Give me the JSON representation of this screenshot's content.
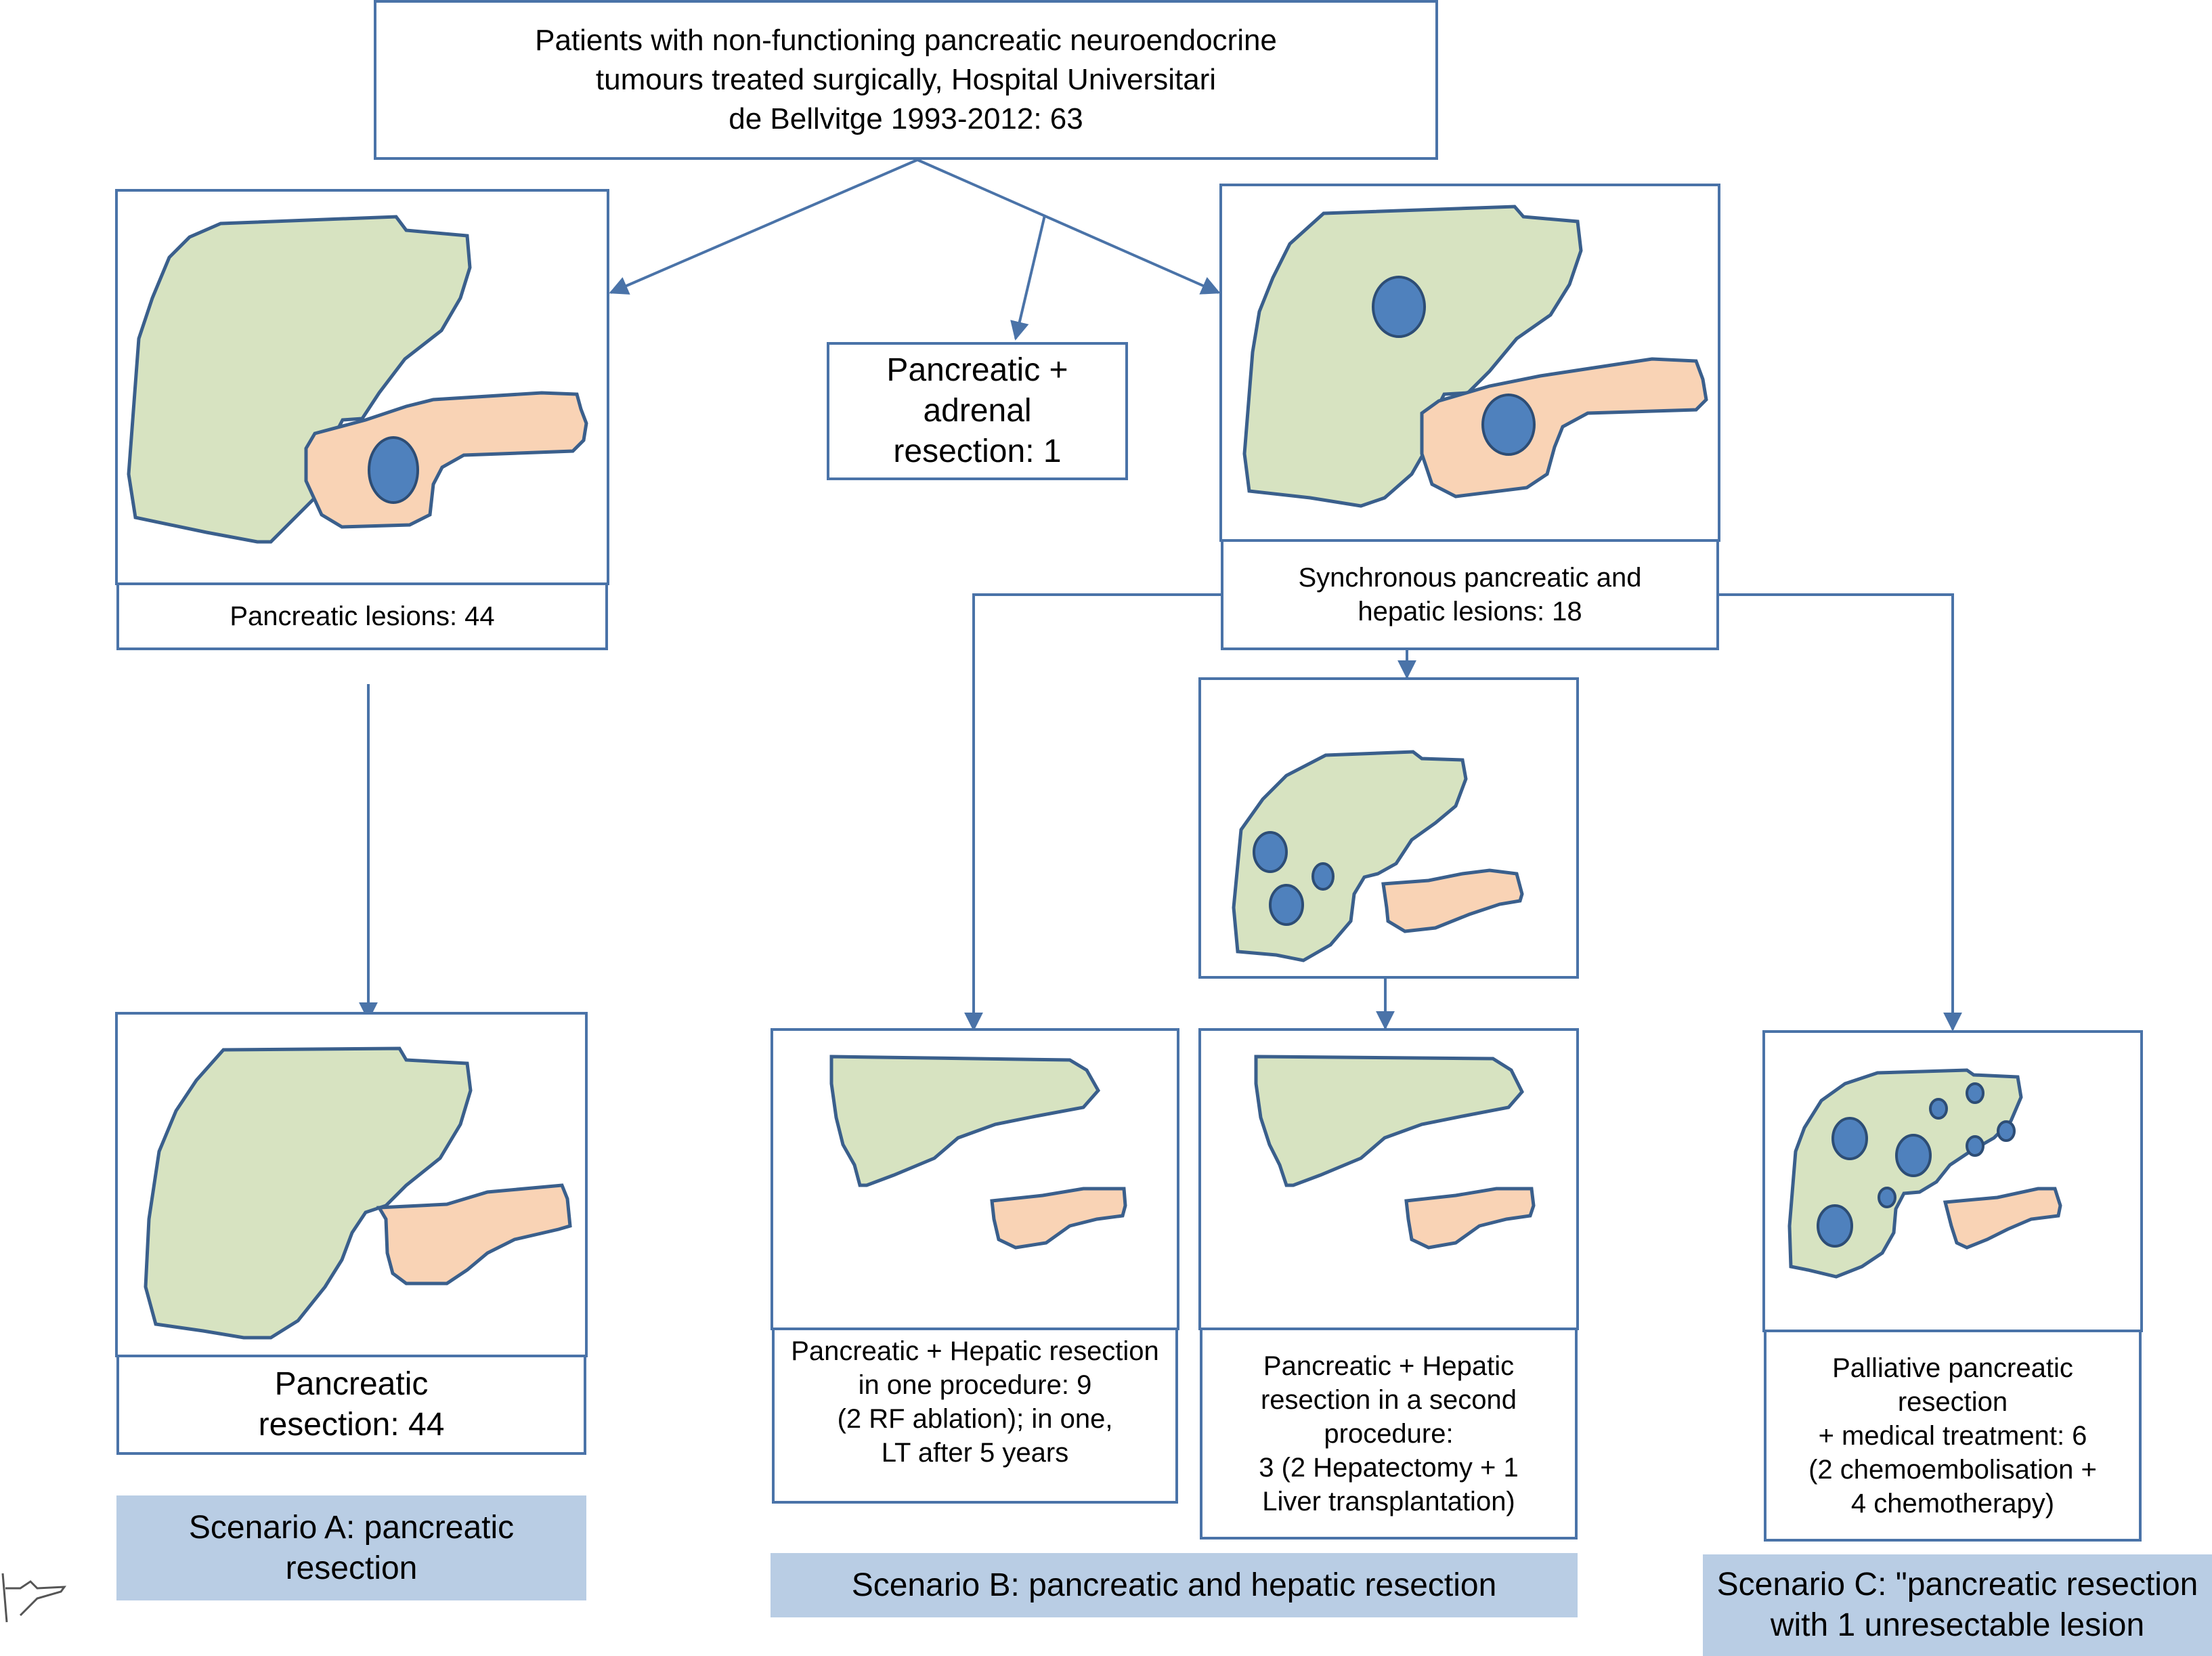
{
  "title": "Patients with non-functioning pancreatic neuroendocrine\ntumours treated surgically, Hospital Universitari\nde Bellvitge 1993-2012: 63",
  "branches": {
    "pancreatic_lesions": "Pancreatic lesions: 44",
    "adrenal": "Pancreatic +\nadrenal\nresection: 1",
    "synchronous": "Synchronous pancreatic and\nhepatic lesions: 18"
  },
  "outcomes": {
    "pancreatic_resection": "Pancreatic\nresection: 44",
    "one_procedure": "Pancreatic + Hepatic resection\nin one procedure: 9\n(2 RF ablation); in one,\nLT after 5 years",
    "second_procedure": "Pancreatic + Hepatic\nresection in a second\nprocedure:\n3 (2 Hepatectomy + 1\nLiver transplantation)",
    "palliative": "Palliative pancreatic\nresection\n+ medical treatment: 6\n(2 chemoembolisation +\n4 chemotherapy)"
  },
  "scenarios": {
    "a": "Scenario A: pancreatic\nresection",
    "b": "Scenario B: pancreatic and hepatic resection",
    "c": "Scenario C: \"pancreatic resection\nwith 1 unresectable lesion"
  },
  "colors": {
    "border": "#4a73a8",
    "liver": "#d7e3c1",
    "pancreas": "#f9d3b5",
    "lesion": "#4f81bd",
    "outline": "#3a5f8c",
    "scenario_bg": "#b9cde4"
  }
}
